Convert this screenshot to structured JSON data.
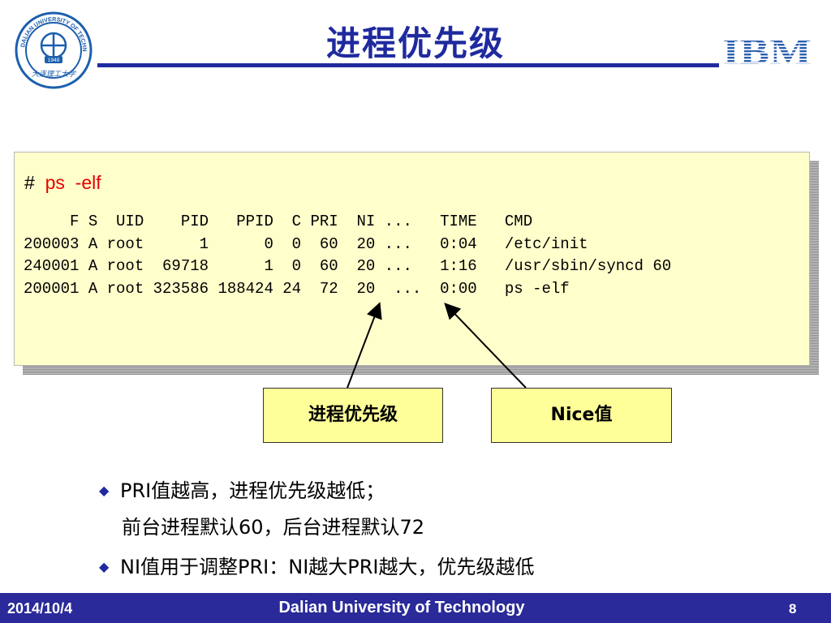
{
  "slide": {
    "title": "进程优先级"
  },
  "logos": {
    "left": {
      "ring_text": "DALIAN UNIVERSITY OF TECHNOLOGY",
      "year": "1949",
      "motto": "大连理工大学"
    },
    "right": {
      "text": "IBM"
    }
  },
  "code": {
    "prompt": "#",
    "command": "ps",
    "option": "-elf",
    "output": [
      "     F S  UID    PID   PPID  C PRI  NI ...   TIME   CMD",
      "200003 A root      1      0  0  60  20 ...   0:04   /etc/init",
      "240001 A root  69718      1  0  60  20 ...   1:16   /usr/sbin/syncd 60",
      "200001 A root 323586 188424 24  72  20  ...  0:00   ps -elf"
    ]
  },
  "labels": {
    "priority": "进程优先级",
    "nice": "Nice值"
  },
  "bullets": {
    "first_line1": "PRI值越高，进程优先级越低；",
    "first_line2": "前台进程默认60，后台进程默认72",
    "second": "NI值用于调整PRI：NI越大PRI越大，优先级越低",
    "marker_icon": "diamond-bullet-icon"
  },
  "footer": {
    "date": "2014/10/4",
    "org": "Dalian University of Technology",
    "page": "8"
  },
  "colors": {
    "title": "#1f2a9e",
    "footer_bg": "#2a2a9a",
    "code_bg": "#ffffcc",
    "label_bg": "#ffff99",
    "command_red": "#e60000"
  }
}
